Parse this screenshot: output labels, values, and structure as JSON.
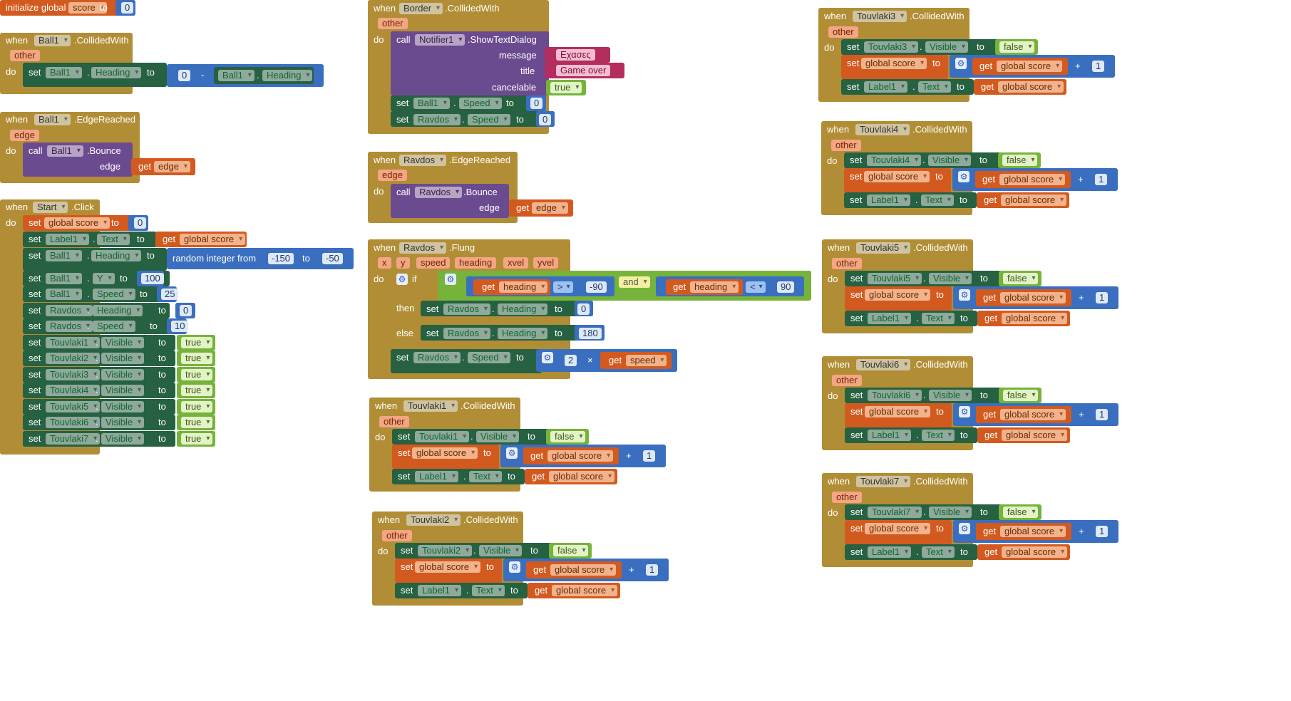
{
  "workspace": {
    "title": "Blocks editor workspace"
  },
  "init": {
    "label": "initialize global",
    "var": "score",
    "to": "to",
    "value": "0"
  },
  "kw": {
    "when": "when",
    "do": "do",
    "set": "set",
    "get": "get",
    "call": "call",
    "to": "to",
    "if": "if",
    "then": "then",
    "else": "else",
    "and": "and",
    "plus": "+",
    "times": "×",
    "gt": ">",
    "lt": "<",
    "random": "random integer from",
    "dot": "."
  },
  "ball_collided": {
    "comp": "Ball1",
    "event": ".CollidedWith",
    "param": "other",
    "set_comp": "Ball1",
    "prop": "Heading",
    "lhs": "0",
    "minus": "-",
    "rhs_comp": "Ball1",
    "rhs_prop": "Heading"
  },
  "ball_edge": {
    "comp": "Ball1",
    "event": ".EdgeReached",
    "param": "edge",
    "call_comp": "Ball1",
    "method": ".Bounce",
    "arg": "edge",
    "get": "edge"
  },
  "start_click": {
    "comp": "Start",
    "event": ".Click",
    "rows": [
      {
        "kind": "var",
        "comp": "global score",
        "value": "0"
      },
      {
        "kind": "getvar",
        "comp": "Label1",
        "prop": "Text",
        "value": "global score"
      },
      {
        "kind": "random",
        "comp": "Ball1",
        "prop": "Heading",
        "from": "-150",
        "to2": "-50"
      },
      {
        "kind": "num",
        "comp": "Ball1",
        "prop": "Y",
        "value": "100"
      },
      {
        "kind": "num",
        "comp": "Ball1",
        "prop": "Speed",
        "value": "25"
      },
      {
        "kind": "num",
        "comp": "Ravdos",
        "prop": "Heading",
        "value": "0"
      },
      {
        "kind": "num",
        "comp": "Ravdos",
        "prop": "Speed",
        "value": "10"
      },
      {
        "kind": "bool",
        "comp": "Touvlaki1",
        "prop": "Visible",
        "value": "true"
      },
      {
        "kind": "bool",
        "comp": "Touvlaki2",
        "prop": "Visible",
        "value": "true"
      },
      {
        "kind": "bool",
        "comp": "Touvlaki3",
        "prop": "Visible",
        "value": "true"
      },
      {
        "kind": "bool",
        "comp": "Touvlaki4",
        "prop": "Visible",
        "value": "true"
      },
      {
        "kind": "bool",
        "comp": "Touvlaki5",
        "prop": "Visible",
        "value": "true"
      },
      {
        "kind": "bool",
        "comp": "Touvlaki6",
        "prop": "Visible",
        "value": "true"
      },
      {
        "kind": "bool",
        "comp": "Touvlaki7",
        "prop": "Visible",
        "value": "true"
      }
    ]
  },
  "border": {
    "comp": "Border",
    "event": ".CollidedWith",
    "param": "other",
    "notifier": "Notifier1",
    "method": ".ShowTextDialog",
    "message_lbl": "message",
    "message": "Εχασες",
    "title_lbl": "title",
    "title": "Game over",
    "cancel_lbl": "cancelable",
    "cancel": "true",
    "set1_comp": "Ball1",
    "set1_prop": "Speed",
    "set1_val": "0",
    "set2_comp": "Ravdos",
    "set2_prop": "Speed",
    "set2_val": "0"
  },
  "ravdos_edge": {
    "comp": "Ravdos",
    "event": ".EdgeReached",
    "param": "edge",
    "call_comp": "Ravdos",
    "method": ".Bounce",
    "arg": "edge",
    "get": "edge"
  },
  "ravdos_flung": {
    "comp": "Ravdos",
    "event": ".Flung",
    "params": [
      "x",
      "y",
      "speed",
      "heading",
      "xvel",
      "yvel"
    ],
    "cond1_var": "heading",
    "cond1_val": "-90",
    "cond2_var": "heading",
    "cond2_val": "90",
    "then_comp": "Ravdos",
    "then_prop": "Heading",
    "then_val": "0",
    "else_comp": "Ravdos",
    "else_prop": "Heading",
    "else_val": "180",
    "last_comp": "Ravdos",
    "last_prop": "Speed",
    "mul": "2",
    "mul_var": "speed"
  },
  "touv": [
    {
      "comp": "Touvlaki1",
      "event": ".CollidedWith",
      "param": "other",
      "vis": "Visible",
      "false": "false",
      "score": "global score",
      "one": "1",
      "label": "Label1",
      "text": "Text"
    },
    {
      "comp": "Touvlaki2",
      "event": ".CollidedWith",
      "param": "other",
      "vis": "Visible",
      "false": "false",
      "score": "global score",
      "one": "1",
      "label": "Label1",
      "text": "Text"
    },
    {
      "comp": "Touvlaki3",
      "event": ".CollidedWith",
      "param": "other",
      "vis": "Visible",
      "false": "false",
      "score": "global score",
      "one": "1",
      "label": "Label1",
      "text": "Text"
    },
    {
      "comp": "Touvlaki4",
      "event": ".CollidedWith",
      "param": "other",
      "vis": "Visible",
      "false": "false",
      "score": "global score",
      "one": "1",
      "label": "Label1",
      "text": "Text"
    },
    {
      "comp": "Touvlaki5",
      "event": ".CollidedWith",
      "param": "other",
      "vis": "Visible",
      "false": "false",
      "score": "global score",
      "one": "1",
      "label": "Label1",
      "text": "Text"
    },
    {
      "comp": "Touvlaki6",
      "event": ".CollidedWith",
      "param": "other",
      "vis": "Visible",
      "false": "false",
      "score": "global score",
      "one": "1",
      "label": "Label1",
      "text": "Text"
    },
    {
      "comp": "Touvlaki7",
      "event": ".CollidedWith",
      "param": "other",
      "vis": "Visible",
      "false": "false",
      "score": "global score",
      "one": "1",
      "label": "Label1",
      "text": "Text"
    }
  ],
  "colors": {
    "event": "#b18e35",
    "setter": "#266141",
    "variable": "#d35a1f",
    "method": "#6b4b8f",
    "math": "#3a6fc0",
    "logic": "#76b33b",
    "text": "#b32d5e"
  }
}
